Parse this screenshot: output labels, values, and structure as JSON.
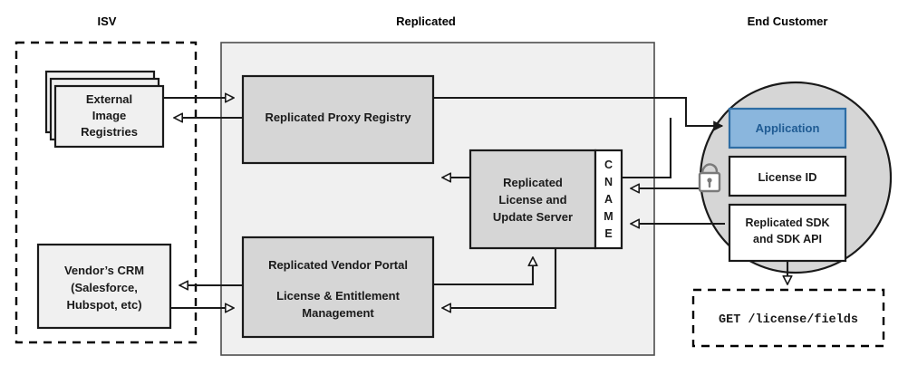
{
  "zones": {
    "isv": {
      "label": "ISV"
    },
    "replicated": {
      "label": "Replicated"
    },
    "end_customer": {
      "label": "End Customer"
    }
  },
  "nodes": {
    "external_registries": {
      "line1": "External",
      "line2": "Image",
      "line3": "Registries"
    },
    "vendor_crm": {
      "line1": "Vendor’s CRM",
      "line2": "(Salesforce,",
      "line3": "Hubspot, etc)"
    },
    "proxy_registry": {
      "label": "Replicated Proxy Registry"
    },
    "license_server": {
      "line1": "Replicated",
      "line2": "License and",
      "line3": "Update Server"
    },
    "cname": {
      "label": "CNAME",
      "chars": [
        "C",
        "N",
        "A",
        "M",
        "E"
      ]
    },
    "vendor_portal": {
      "line1": "Replicated Vendor Portal",
      "line2": "License & Entitlement",
      "line3": "Management"
    },
    "application": {
      "label": "Application"
    },
    "license_id": {
      "label": "License ID"
    },
    "sdk": {
      "line1": "Replicated SDK",
      "line2": "and SDK API"
    },
    "api_call": {
      "label": "GET /license/fields"
    },
    "lock": {
      "name": "unlocked-padlock-icon"
    }
  },
  "colors": {
    "app_fill": "#8ab6dd",
    "app_stroke": "#2e6da4",
    "app_text": "#1f5b93",
    "node_gray": "#d6d6d6",
    "zone_fill": "#f0f0f0",
    "circle_fill": "#d6d6d6",
    "outline": "#1a1a1a",
    "lock_gray": "#7a7a7a"
  },
  "edges": [
    {
      "from": "external_registries",
      "to": "proxy_registry",
      "direction": "right"
    },
    {
      "from": "proxy_registry",
      "to": "external_registries",
      "direction": "left"
    },
    {
      "from": "proxy_registry",
      "to": "application",
      "direction": "right"
    },
    {
      "from": "license_id",
      "to": "proxy_registry",
      "direction": "left"
    },
    {
      "from": "license_id",
      "to": "cname",
      "direction": "left"
    },
    {
      "from": "sdk",
      "to": "cname",
      "direction": "left"
    },
    {
      "from": "vendor_portal",
      "to": "vendor_crm",
      "direction": "left"
    },
    {
      "from": "vendor_crm",
      "to": "vendor_portal",
      "direction": "right"
    },
    {
      "from": "vendor_portal",
      "to": "license_server",
      "direction": "up"
    },
    {
      "from": "license_server",
      "to": "vendor_portal",
      "direction": "left"
    },
    {
      "from": "sdk",
      "to": "api_call",
      "direction": "down"
    }
  ]
}
